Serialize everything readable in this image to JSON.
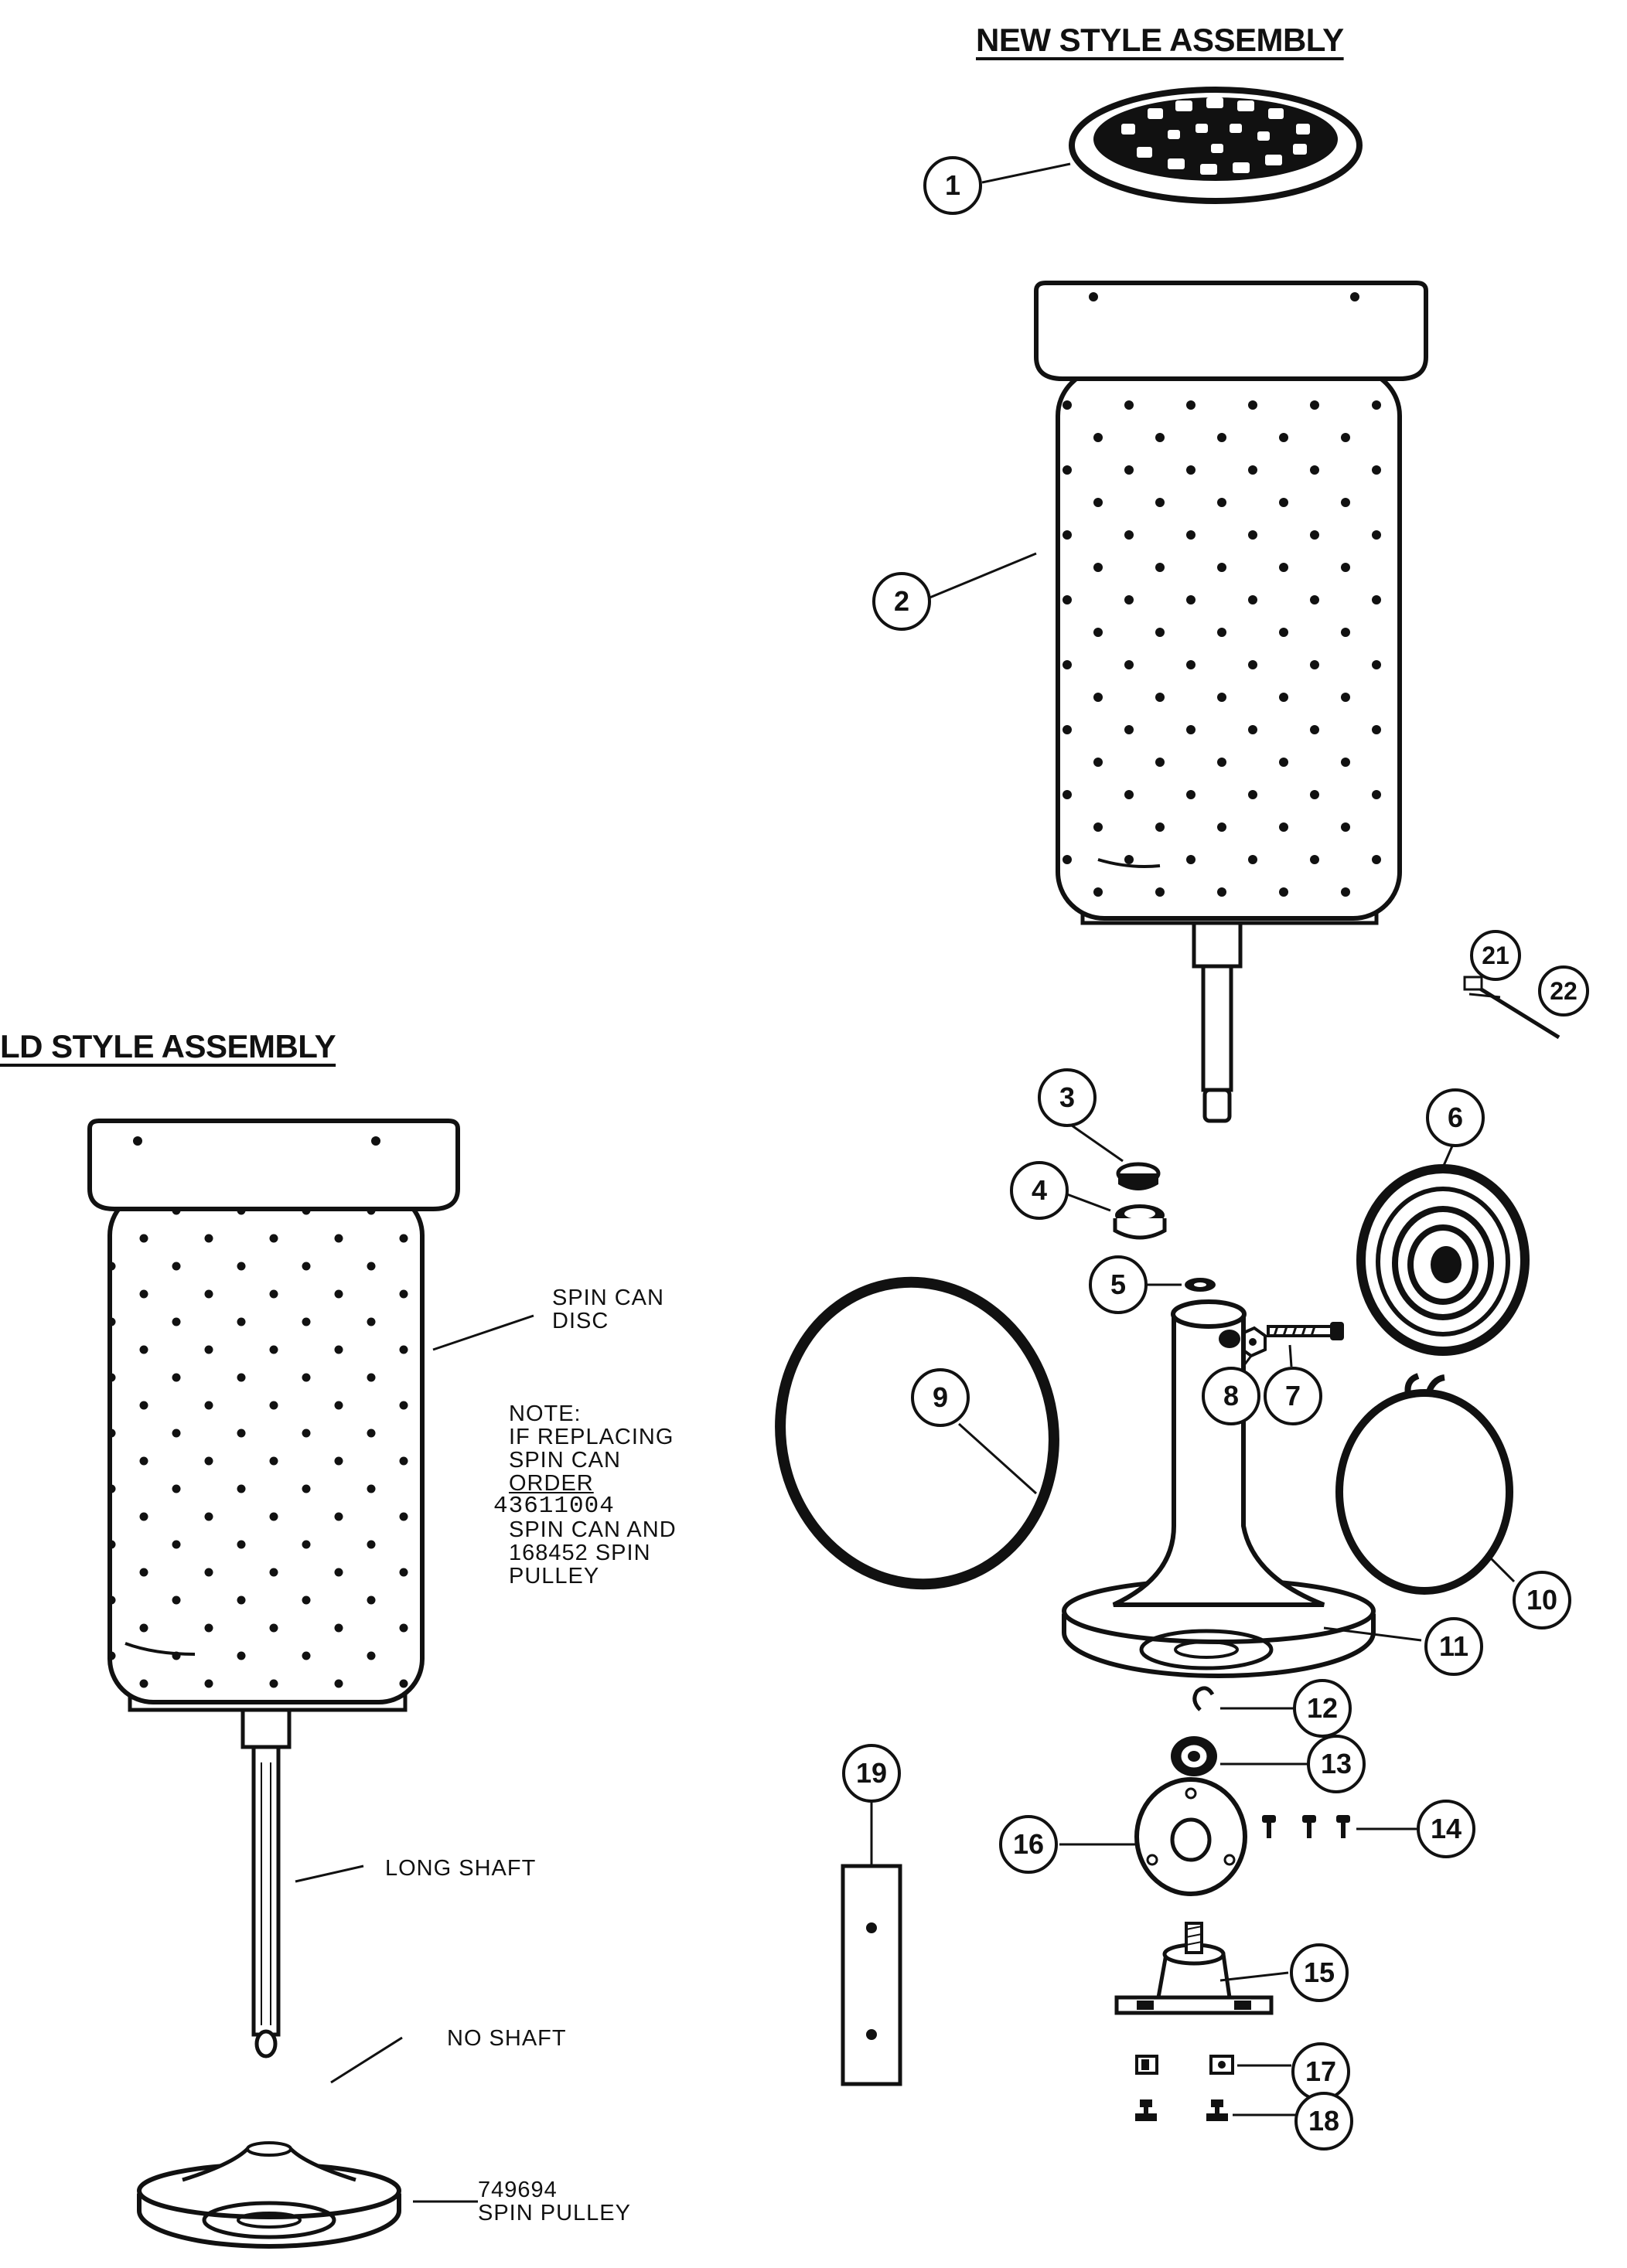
{
  "headings": {
    "new_style": "NEW STYLE ASSEMBLY",
    "old_style": "LD STYLE ASSEMBLY"
  },
  "old_style_labels": {
    "spin_can_disc": [
      "SPIN CAN",
      "DISC"
    ],
    "note": [
      "NOTE:",
      "IF REPLACING",
      "SPIN CAN",
      "ORDER",
      "43611004",
      "SPIN CAN AND",
      "168452 SPIN",
      "PULLEY"
    ],
    "long_shaft": "LONG SHAFT",
    "no_shaft": "NO SHAFT",
    "spin_pulley": [
      "749694",
      "SPIN PULLEY"
    ]
  },
  "callouts": [
    "1",
    "2",
    "3",
    "4",
    "5",
    "6",
    "7",
    "8",
    "9",
    "10",
    "11",
    "12",
    "13",
    "14",
    "15",
    "16",
    "17",
    "18",
    "19",
    "21",
    "22"
  ],
  "colors": {
    "ink": "#111111",
    "paper": "#ffffff",
    "part_fill": "#f7f7f7"
  }
}
